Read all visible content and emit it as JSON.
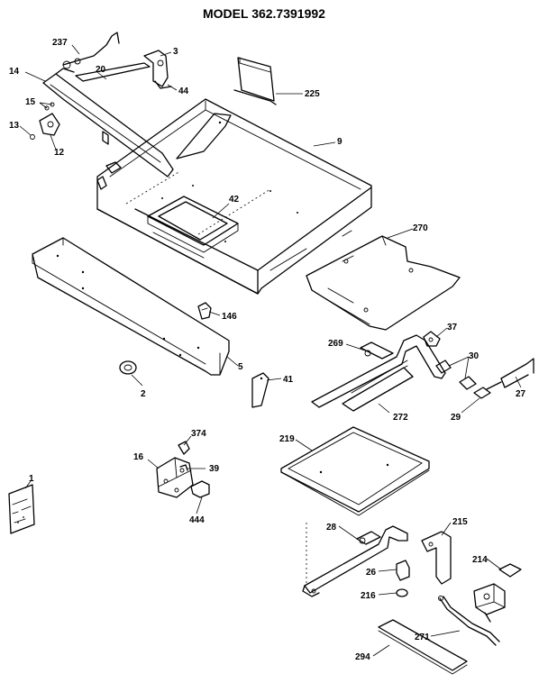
{
  "title": "MODEL 362.7391992",
  "parts": [
    {
      "key": "p237",
      "label": "237"
    },
    {
      "key": "p3",
      "label": "3"
    },
    {
      "key": "p14",
      "label": "14"
    },
    {
      "key": "p20",
      "label": "20"
    },
    {
      "key": "p44",
      "label": "44"
    },
    {
      "key": "p225",
      "label": "225"
    },
    {
      "key": "p15",
      "label": "15"
    },
    {
      "key": "p13",
      "label": "13"
    },
    {
      "key": "p12",
      "label": "12"
    },
    {
      "key": "p9",
      "label": "9"
    },
    {
      "key": "p42",
      "label": "42"
    },
    {
      "key": "p270",
      "label": "270"
    },
    {
      "key": "p146",
      "label": "146"
    },
    {
      "key": "p37",
      "label": "37"
    },
    {
      "key": "p269",
      "label": "269"
    },
    {
      "key": "p30",
      "label": "30"
    },
    {
      "key": "p5",
      "label": "5"
    },
    {
      "key": "p41",
      "label": "41"
    },
    {
      "key": "p2",
      "label": "2"
    },
    {
      "key": "p27",
      "label": "27"
    },
    {
      "key": "p272",
      "label": "272"
    },
    {
      "key": "p29",
      "label": "29"
    },
    {
      "key": "p374",
      "label": "374"
    },
    {
      "key": "p219",
      "label": "219"
    },
    {
      "key": "p16",
      "label": "16"
    },
    {
      "key": "p39",
      "label": "39"
    },
    {
      "key": "p1",
      "label": "1"
    },
    {
      "key": "p444",
      "label": "444"
    },
    {
      "key": "p28",
      "label": "28"
    },
    {
      "key": "p215",
      "label": "215"
    },
    {
      "key": "p214",
      "label": "214"
    },
    {
      "key": "p26",
      "label": "26"
    },
    {
      "key": "p216",
      "label": "216"
    },
    {
      "key": "p271",
      "label": "271"
    },
    {
      "key": "p294",
      "label": "294"
    }
  ]
}
